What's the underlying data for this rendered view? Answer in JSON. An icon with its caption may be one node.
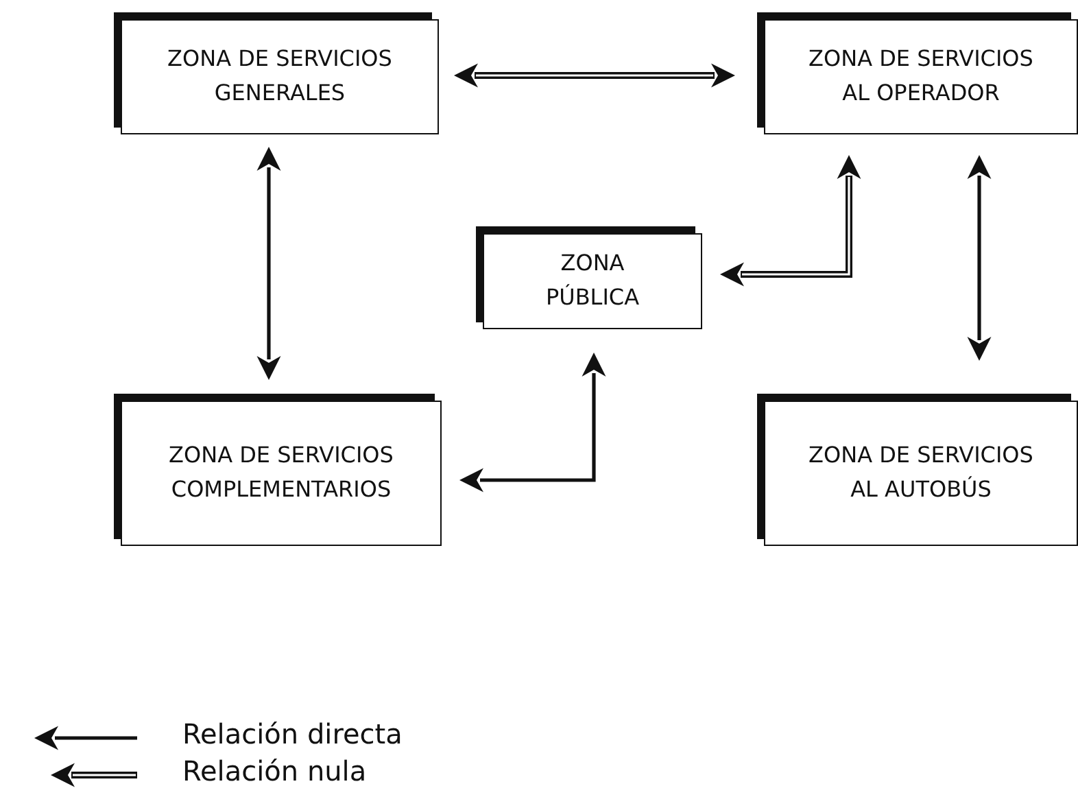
{
  "diagram": {
    "nodes": [
      {
        "text": [
          "ZONA DE SERVICIOS GENERALES"
        ]
      },
      {
        "text": [
          "ZONA DE SERVICIOS AL OPERADOR"
        ]
      },
      {
        "text": [
          "ZONA PÚBLICA"
        ]
      },
      {
        "text": [
          "ZONA DE SERVICIOS COMPLEMENTARIOS"
        ]
      },
      {
        "text": [
          "ZONA DE SERVICIOS AL AUTOBÚS"
        ]
      }
    ],
    "edges": [
      {
        "from": 0,
        "to": 1,
        "arrow": "both",
        "style": "thick"
      },
      {
        "from": 0,
        "to": 3,
        "arrow": "both"
      },
      {
        "from": 2,
        "to": 1,
        "arrow": "both",
        "style": "thick"
      },
      {
        "from": 1,
        "to": 4,
        "arrow": "both"
      },
      {
        "from": 3,
        "to": 2,
        "arrow": "both"
      }
    ],
    "legend": [
      {
        "text": "Relación directa"
      },
      {
        "text": "Relación nula"
      }
    ]
  }
}
